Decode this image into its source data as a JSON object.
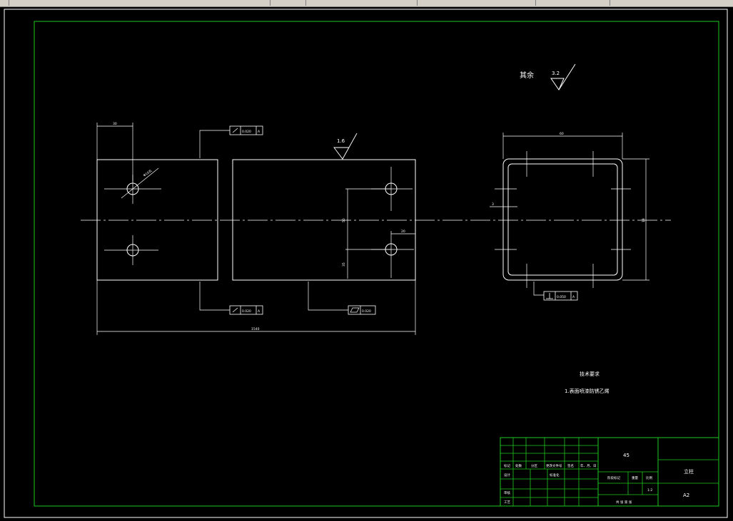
{
  "drawing": {
    "roughness_label": "其余",
    "roughness_rest_value": "3.2",
    "roughness_top_value": "1.6",
    "dim_left_offset": "30",
    "dim_hole": "Φ10孔",
    "dim_overall_length": "1540",
    "dim_vertical_50": "50",
    "dim_vertical_35": "35",
    "dim_right_20": "20",
    "dim_side_width": "60",
    "dim_side_height": "18",
    "dim_wall": "3",
    "tol_parallel_top_value": "0.020",
    "tol_parallel_top_datum": "A",
    "tol_parallel_bottom_value": "0.020",
    "tol_parallel_bottom_datum": "A",
    "tol_flatness_value": "0.020",
    "tol_perp_value": "0.050",
    "tol_perp_datum": "A",
    "tech_title": "技术要求",
    "tech_item_1": "1.表面喷漆防锈乙烯"
  },
  "title_block": {
    "material": "45",
    "part_name": "立柱",
    "drawing_no": "A2",
    "scale": "1:2",
    "row_headers": [
      "标记",
      "处数",
      "分区",
      "更改文件号",
      "签名",
      "年、月、日"
    ],
    "design_label": "设计",
    "std_label": "标准化",
    "review_label": "审核",
    "process_label": "工艺",
    "stage_label": "阶段标记",
    "weight_label": "重量",
    "scale_label": "比例",
    "sheet_label": "共  张  第  张"
  }
}
